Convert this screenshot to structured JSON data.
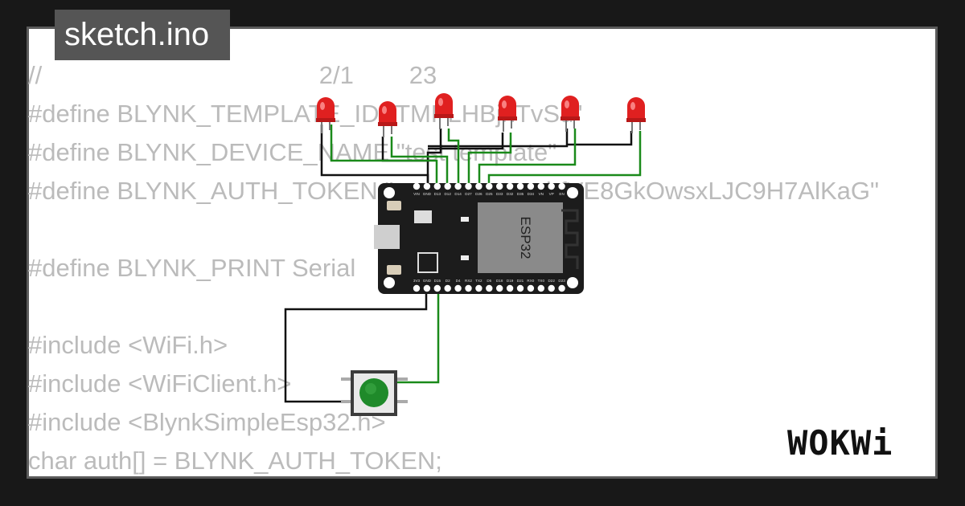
{
  "title": "sketch.ino",
  "code_lines": [
    "//                                        2/1        23",
    "#define BLYNK_TEMPLATE_ID \"TMPLHBjnTvSu\"",
    "#define BLYNK_DEVICE_NAME \"test template\"",
    "#define BLYNK_AUTH_TOKEN \"                      bfVE8GkOwsxLJC9H7AlKaG\"",
    "",
    "#define BLYNK_PRINT Serial",
    "",
    "#include <WiFi.h>",
    "#include <WiFiClient.h>",
    "#include <BlynkSimpleEsp32.h>",
    "char auth[] = BLYNK_AUTH_TOKEN;"
  ],
  "board": {
    "label": "ESP32",
    "top_pins": [
      "VIN",
      "GND",
      "D13",
      "D12",
      "D14",
      "D27",
      "D26",
      "D25",
      "D33",
      "D32",
      "D35",
      "D34",
      "VN",
      "VP",
      "EN"
    ],
    "bottom_pins": [
      "3V3",
      "GND",
      "D15",
      "D2",
      "D4",
      "RX2",
      "TX2",
      "D5",
      "D18",
      "D19",
      "D21",
      "RX0",
      "TX0",
      "D22",
      "D23"
    ]
  },
  "brand": "WOKWi",
  "colors": {
    "background": "#181818",
    "card": "#ffffff",
    "tag": "#555555",
    "code_text": "#bbbbbb",
    "wire_green": "#1a8a1a",
    "wire_black": "#111111",
    "led_red": "#e02020",
    "button_green": "#1f8a2a"
  }
}
